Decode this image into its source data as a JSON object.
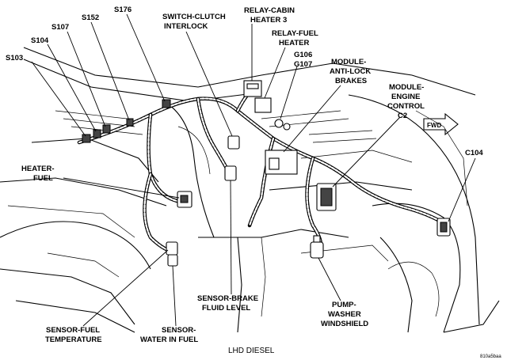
{
  "labels": {
    "s103": "S103",
    "s104": "S104",
    "s107": "S107",
    "s152": "S152",
    "s176": "S176",
    "switch_clutch_1": "SWITCH-CLUTCH",
    "switch_clutch_2": "INTERLOCK",
    "relay_cabin_1": "RELAY-CABIN",
    "relay_cabin_2": "HEATER 3",
    "relay_fuel_1": "RELAY-FUEL",
    "relay_fuel_2": "HEATER",
    "g106": "G106",
    "g107": "G107",
    "abs_1": "MODULE-",
    "abs_2": "ANTI-LOCK",
    "abs_3": "BRAKES",
    "ecm_1": "MODULE-",
    "ecm_2": "ENGINE",
    "ecm_3": "CONTROL",
    "ecm_4": "C2",
    "c104": "C104",
    "heater_fuel_1": "HEATER-",
    "heater_fuel_2": "FUEL",
    "brake_fluid_1": "SENSOR-BRAKE",
    "brake_fluid_2": "FLUID LEVEL",
    "pump_washer_1": "PUMP-",
    "pump_washer_2": "WASHER",
    "pump_washer_3": "WINDSHIELD",
    "fuel_temp_1": "SENSOR-FUEL",
    "fuel_temp_2": "TEMPERATURE",
    "water_fuel_1": "SENSOR-",
    "water_fuel_2": "WATER IN FUEL"
  },
  "forward_marker": "FWD",
  "caption": "LHD DIESEL",
  "figure_code": "810a5baa"
}
